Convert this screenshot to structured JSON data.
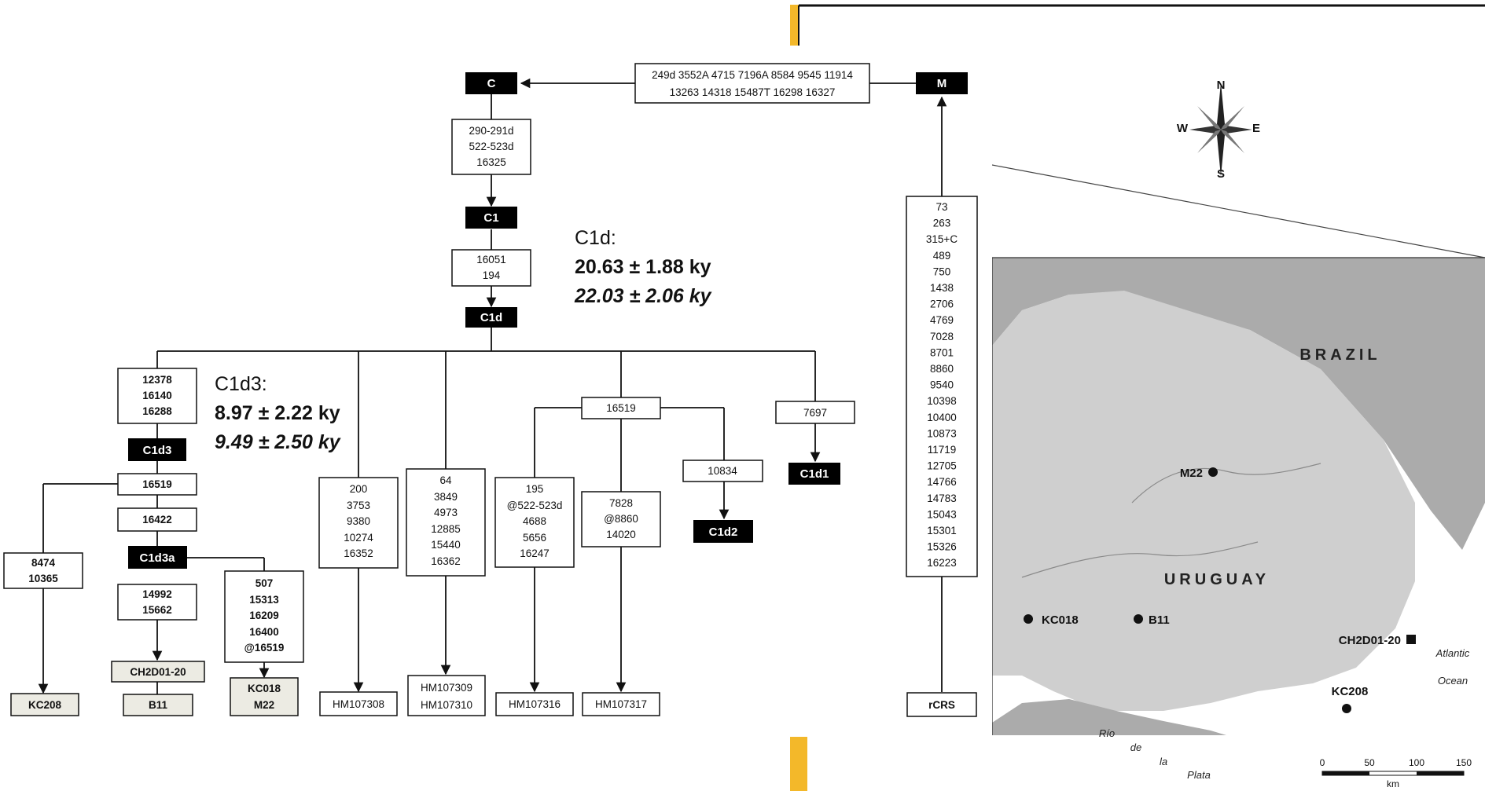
{
  "tree": {
    "top_mutations": [
      "249d 3552A 4715 7196A 8584 9545 11914",
      "13263 14318 15487T 16298 16327"
    ],
    "haplogroups": {
      "M": "M",
      "C": "C",
      "C1": "C1",
      "C1d": "C1d",
      "C1d1": "C1d1",
      "C1d2": "C1d2",
      "C1d3": "C1d3",
      "C1d3a": "C1d3a"
    },
    "c_mutations": [
      "290-291d",
      "522-523d",
      "16325"
    ],
    "c1_mutations": [
      "16051",
      "194"
    ],
    "m_to_rcrs_mutations": [
      "73",
      "263",
      "315+C",
      "489",
      "750",
      "1438",
      "2706",
      "4769",
      "7028",
      "8701",
      "8860",
      "9540",
      "10398",
      "10400",
      "10873",
      "11719",
      "12705",
      "14766",
      "14783",
      "15043",
      "15301",
      "15326",
      "16223"
    ],
    "rcrs": "rCRS",
    "c1d_date": {
      "label": "C1d:",
      "value1": "20.63 ± 1.88 ky",
      "value2": "22.03 ± 2.06 ky"
    },
    "c1d3_date": {
      "label": "C1d3:",
      "value1": "8.97 ± 2.22 ky",
      "value2": "9.49 ± 2.50 ky"
    },
    "c1d3_mutations": [
      "12378",
      "16140",
      "16288"
    ],
    "c1d3_16519": "16519",
    "c1d3_16422": "16422",
    "kc208_branch_mutations": [
      "8474",
      "10365"
    ],
    "c1d3a_left_mutations": [
      "14992",
      "15662"
    ],
    "c1d3a_right_mutations": [
      "507",
      "15313",
      "16209",
      "16400",
      "@16519"
    ],
    "samples": {
      "kc208": "KC208",
      "ch2d01": "CH2D01-20",
      "b11": "B11",
      "kc018_m22": [
        "KC018",
        "M22"
      ]
    },
    "branch_a_mutations": [
      "200",
      "3753",
      "9380",
      "10274",
      "16352"
    ],
    "branch_a_ref": "HM107308",
    "branch_b_mutations": [
      "64",
      "3849",
      "4973",
      "12885",
      "15440",
      "16362"
    ],
    "branch_b_refs": [
      "HM107309",
      "HM107310"
    ],
    "branch_16519": "16519",
    "branch_c_mutations": [
      "195",
      "@522-523d",
      "4688",
      "5656",
      "16247"
    ],
    "branch_c_ref": "HM107316",
    "branch_d_mutations": [
      "7828",
      "@8860",
      "14020"
    ],
    "branch_d_ref": "HM107317",
    "c1d2_mutation": "10834",
    "c1d1_mutation": "7697"
  },
  "map": {
    "countries": {
      "brazil": "BRAZIL",
      "uruguay": "URUGUAY"
    },
    "sites": [
      "M22",
      "KC018",
      "B11",
      "CH2D01-20",
      "KC208"
    ],
    "water": {
      "atlantic": [
        "Atlantic",
        "Ocean"
      ],
      "plata": [
        "Río",
        "de",
        "la",
        "Plata"
      ]
    },
    "compass": {
      "n": "N",
      "s": "S",
      "e": "E",
      "w": "W"
    },
    "scale": {
      "ticks": [
        "0",
        "50",
        "100",
        "150"
      ],
      "unit": "km"
    },
    "colors": {
      "land": "#cfcfcf",
      "neighbour": "#ababab",
      "sea": "#ffffff",
      "accent_bar": "#f3b82a"
    }
  }
}
